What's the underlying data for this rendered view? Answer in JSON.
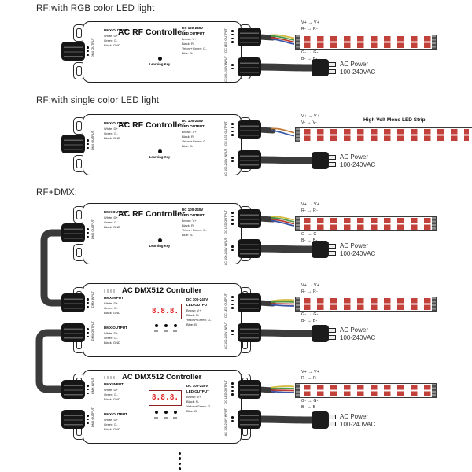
{
  "headings": {
    "rgb": "RF:with RGB color LED light",
    "mono": "RF:with single color LED light",
    "rfdmx": "RF+DMX:"
  },
  "rf_controller": {
    "title": "AC RF Controller",
    "learning_key": "Learning Key",
    "dmx_output_block": {
      "title": "DMX OUTPUT",
      "line1": "White: D+",
      "line2": "Green: D-",
      "line3": "Black: GND"
    },
    "led_output_block": {
      "title1": "DC 100-240V",
      "title2": "LED OUTPUT",
      "line1": "Brown: V+",
      "line2": "Black: R-",
      "line3": "Yellow+Green: G-",
      "line4": "Blue: B-"
    },
    "ports": {
      "dmx_output": "DMX OUTPUT",
      "led_output": "DC LED OUTPUT",
      "ac_input": "AC 100-240V INPUT"
    }
  },
  "dmx512_controller": {
    "title": "AC DMX512 Controller",
    "display_value": "8.8.8.",
    "dmx_input_block": {
      "title": "DMX INPUT",
      "line1": "White: D+",
      "line2": "Green: D-",
      "line3": "Black: GND"
    },
    "dmx_output_block": {
      "title": "DMX OUTPUT",
      "line1": "White: D+",
      "line2": "Green: D-",
      "line3": "Black: GND"
    },
    "led_output_block": {
      "title1": "DC 100-240V",
      "title2": "LED OUTPUT",
      "line1": "Brown: V+",
      "line2": "Black: R-",
      "line3": "Yellow+Green: G-",
      "line4": "Blue: B-"
    },
    "ports": {
      "dmx_input": "DMX INPUT",
      "dmx_output": "DMX OUTPUT",
      "led_output": "DC LED OUTPUT",
      "ac_input": "AC 100-240V INPUT"
    }
  },
  "strip_labels": {
    "rgb_top1": "V+ → V+",
    "rgb_top2": "R- → R-",
    "rgb_bottom1": "G- → G-",
    "rgb_bottom2": "B- → B-",
    "mono_top1": "V+ → V+",
    "mono_top2": "V- → V-",
    "mono_strip_title": "High Volt Mono LED Strip"
  },
  "power": {
    "label1": "AC Power",
    "label2": "100-240VAC"
  },
  "colors": {
    "cable": "#3b3b3b",
    "wire_yellow": "#d4b83c",
    "wire_green": "#4a9a4a",
    "wire_red": "#bf3a30",
    "wire_blue": "#3a57a8",
    "wire_orange": "#c07a3a",
    "led_red": "#c2413a",
    "display_red": "#e02424"
  }
}
